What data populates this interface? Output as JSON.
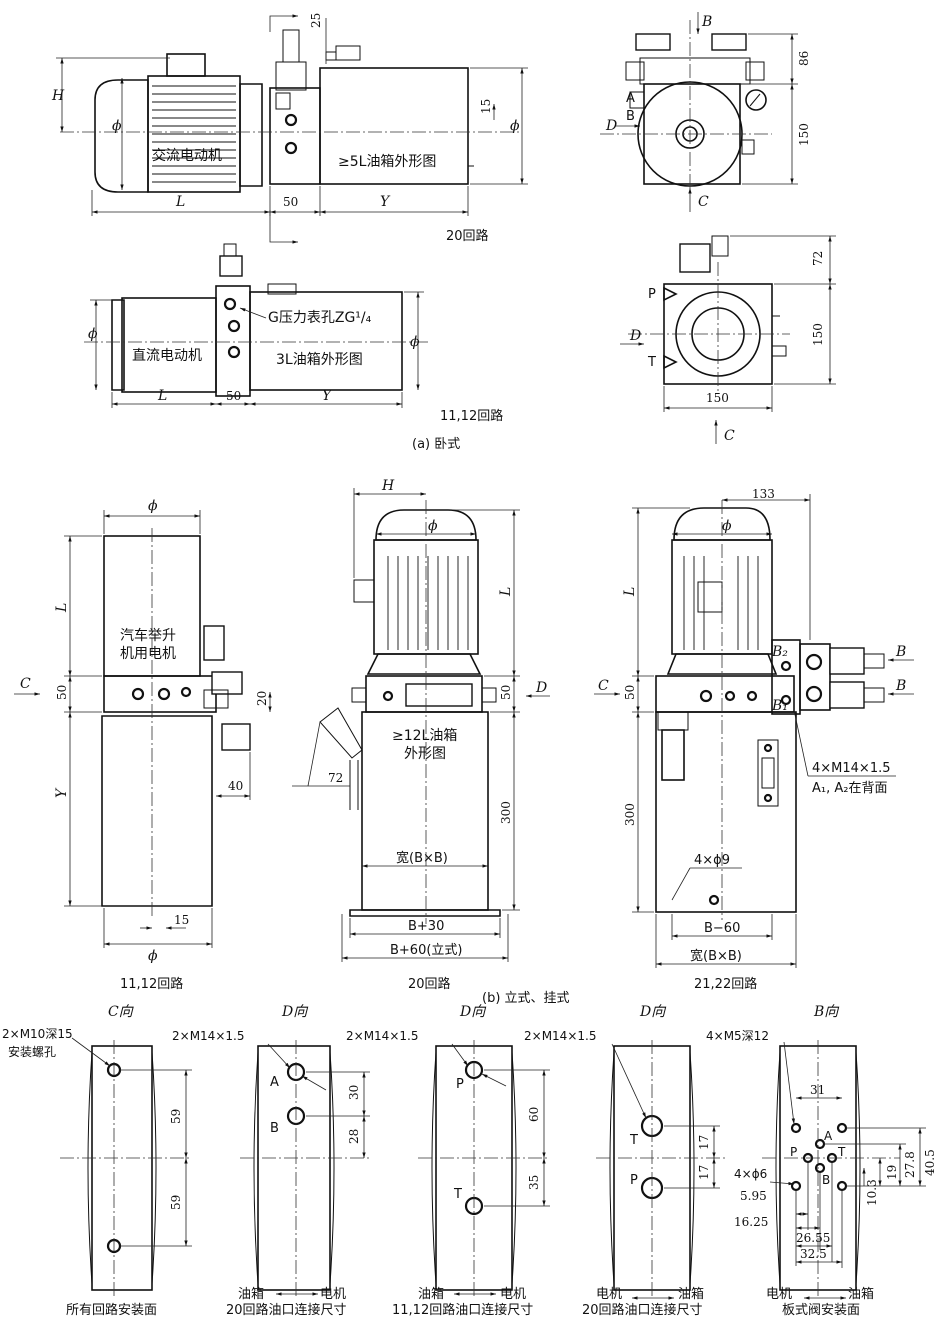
{
  "section_a": {
    "caption": "(a) 卧式",
    "ac_motor_label": "交流电动机",
    "tank5_label": "≥5L油箱外形图",
    "dc_motor_label": "直流电动机",
    "tank3_label": "3L油箱外形图",
    "gauge_port_label": "G压力表孔ZG¹/₄",
    "circuit20": "20回路",
    "circuit1112": "11,12回路",
    "dims": {
      "H": "H",
      "phi": "ϕ",
      "L": "L",
      "Y": "Y",
      "d50": "50",
      "d25": "25",
      "d15": "15",
      "d86": "86",
      "d150": "150",
      "d72": "72"
    },
    "ports": {
      "A": "A",
      "B": "B",
      "P": "P",
      "T": "T"
    },
    "directions": {
      "B": "B",
      "C": "C",
      "D": "D"
    }
  },
  "section_b": {
    "caption": "(b) 立式、挂式",
    "lift_motor_label": "汽车举升机用电机",
    "tank12_label": "≥12L油箱外形图",
    "width_label": "宽(B×B)",
    "b_plus30": "B+30",
    "b_plus60": "B+60(立式)",
    "b_minus60": "B−60",
    "four_phi9": "4×ϕ9",
    "four_m14": "4×M14×1.5",
    "a1a2_back": "A₁, A₂在背面",
    "circuit1112": "11,12回路",
    "circuit20": "20回路",
    "circuit2122": "21,22回路",
    "dims": {
      "d133": "133",
      "d50": "50",
      "d20": "20",
      "d40": "40",
      "d72": "72",
      "d300": "300",
      "d15": "15"
    },
    "ports": {
      "B1": "B₁",
      "B2": "B₂"
    }
  },
  "section_c": {
    "views": [
      {
        "title": "C向",
        "note1": "2×M10深15",
        "note2": "安装螺孔",
        "dims": [
          "59",
          "59"
        ],
        "caption": "所有回路安装面"
      },
      {
        "title": "D向",
        "note1": "2×M14×1.5",
        "dims": [
          "30",
          "28"
        ],
        "ports": [
          "A",
          "B"
        ],
        "left": "油箱",
        "right": "电机",
        "caption": "20回路油口连接尺寸"
      },
      {
        "title": "D向",
        "note1": "2×M14×1.5",
        "dims": [
          "60",
          "35"
        ],
        "ports": [
          "P",
          "T"
        ],
        "left": "油箱",
        "right": "电机",
        "caption": "11,12回路油口连接尺寸"
      },
      {
        "title": "D向",
        "note1": "2×M14×1.5",
        "dims": [
          "17",
          "17"
        ],
        "ports": [
          "T",
          "P"
        ],
        "left": "电机",
        "right": "油箱",
        "caption": "20回路油口连接尺寸"
      },
      {
        "title": "B向",
        "note1": "4×M5深12",
        "note2": "4×ϕ6",
        "dims": [
          "31",
          "27.8",
          "40.5",
          "19",
          "10.3",
          "5.95",
          "16.25",
          "26.55",
          "32.5"
        ],
        "ports": [
          "P",
          "A",
          "T",
          "B"
        ],
        "left": "电机",
        "right": "油箱",
        "caption": "板式阀安装面"
      }
    ]
  }
}
